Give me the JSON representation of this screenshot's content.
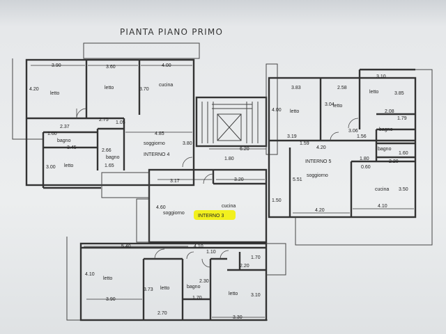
{
  "title": "PIANTA PIANO PRIMO",
  "highlight": "INTERNO 3",
  "colors": {
    "highlight": "#f2f01e",
    "line": "#333333"
  },
  "rooms": [
    {
      "text": "letto"
    },
    {
      "text": "letto"
    },
    {
      "text": "cucina"
    },
    {
      "text": "bagno"
    },
    {
      "text": "letto"
    },
    {
      "text": "soggiorno"
    },
    {
      "text": "INTERNO 4"
    },
    {
      "text": "bagno"
    },
    {
      "text": "letto"
    },
    {
      "text": "letto"
    },
    {
      "text": "letto"
    },
    {
      "text": "bagno"
    },
    {
      "text": "bagno"
    },
    {
      "text": "INTERNO 5"
    },
    {
      "text": "soggiorno"
    },
    {
      "text": "cucina"
    },
    {
      "text": "soggiorno"
    },
    {
      "text": "cucina"
    },
    {
      "text": "letto"
    },
    {
      "text": "letto"
    },
    {
      "text": "bagno"
    },
    {
      "text": "letto"
    }
  ],
  "dimensions": [
    "3.90",
    "3.60",
    "4.00",
    "4.20",
    "3.70",
    "2.37",
    "2.75",
    "1.60",
    "1.05",
    "4.85",
    "3.45",
    "2.66",
    "3.00",
    "1.65",
    "3.80",
    "3.83",
    "2.58",
    "3.10",
    "3.85",
    "4.00",
    "3.04",
    "2.08",
    "1.79",
    "3.06",
    "1.56",
    "3.19",
    "1.59",
    "4.20",
    "1.80",
    "1.60",
    "6.20",
    "1.80",
    "0.60",
    "2.20",
    "5.51",
    "3.50",
    "4.20",
    "4.10",
    "3.17",
    "3.20",
    "1.50",
    "4.60",
    "5.40",
    "4.10",
    "1.10",
    "1.70",
    "2.20",
    "4.10",
    "3.90",
    "3.73",
    "2.30",
    "1.70",
    "3.10",
    "2.70",
    "3.30"
  ]
}
